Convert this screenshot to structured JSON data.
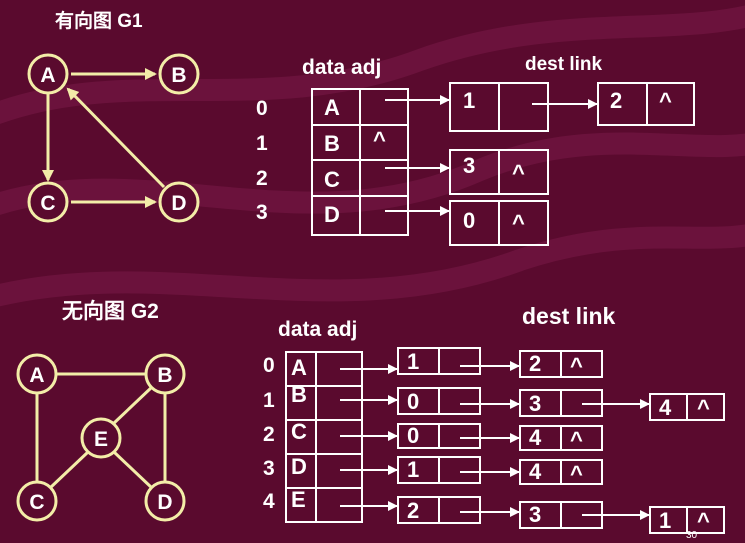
{
  "colors": {
    "background": "#5a0a2e",
    "swirl": "#7a1a48",
    "line": "#ffffff",
    "node_stroke": "#f3eda8",
    "text": "#ffffff"
  },
  "g1": {
    "title": "有向图 G1",
    "nodes": [
      "A",
      "B",
      "C",
      "D"
    ],
    "header_data_adj": "data  adj",
    "header_dest_link": "dest link",
    "indices": [
      "0",
      "1",
      "2",
      "3"
    ],
    "rows": [
      {
        "data": "A",
        "adj": ""
      },
      {
        "data": "B",
        "adj": "^"
      },
      {
        "data": "C",
        "adj": ""
      },
      {
        "data": "D",
        "adj": ""
      }
    ],
    "edge_nodes": [
      {
        "dest": "1",
        "link": ""
      },
      {
        "dest": "2",
        "link": "^"
      },
      {
        "dest": "3",
        "link": "^"
      },
      {
        "dest": "0",
        "link": "^"
      }
    ]
  },
  "g2": {
    "title": "无向图 G2",
    "nodes": [
      "A",
      "B",
      "E",
      "C",
      "D"
    ],
    "header_data_adj": "data  adj",
    "header_dest_link": "dest link",
    "indices": [
      "0",
      "1",
      "2",
      "3",
      "4"
    ],
    "rows": [
      {
        "data": "A"
      },
      {
        "data": "B"
      },
      {
        "data": "C"
      },
      {
        "data": "D"
      },
      {
        "data": "E"
      }
    ],
    "edge_nodes": [
      {
        "dest": "1",
        "link": ""
      },
      {
        "dest": "2",
        "link": "^"
      },
      {
        "dest": "0",
        "link": ""
      },
      {
        "dest": "3",
        "link": ""
      },
      {
        "dest": "4",
        "link": "^"
      },
      {
        "dest": "0",
        "link": ""
      },
      {
        "dest": "4",
        "link": "^"
      },
      {
        "dest": "1",
        "link": ""
      },
      {
        "dest": "4",
        "link": "^"
      },
      {
        "dest": "2",
        "link": ""
      },
      {
        "dest": "3",
        "link": ""
      },
      {
        "dest": "1",
        "link": "^"
      }
    ]
  },
  "page_number": "30"
}
